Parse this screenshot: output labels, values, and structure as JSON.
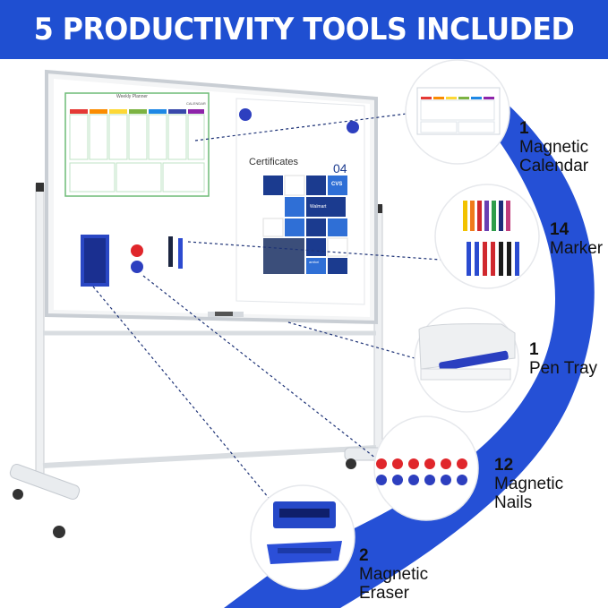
{
  "banner": {
    "title": "5 PRODUCTIVITY TOOLS INCLUDED"
  },
  "colors": {
    "brand_blue": "#1f4fd1",
    "sweep_blue": "#2550d6",
    "frame": "#cfd3d8"
  },
  "board": {
    "planner_title": "Weekly Planner",
    "planner_sub": "CALENDAR",
    "poster_title": "Certificates",
    "poster_number": "04",
    "logos": [
      "CVS",
      "Walmart",
      "amfori"
    ]
  },
  "callouts": {
    "calendar": {
      "count": "1",
      "line1": "Magnetic",
      "line2": "Calendar"
    },
    "marker": {
      "count": "14",
      "line1": "Marker"
    },
    "tray": {
      "count": "1",
      "line1": "Pen Tray"
    },
    "nails": {
      "count": "12",
      "line1": "Magnetic",
      "line2": "Nails"
    },
    "eraser": {
      "count": "2",
      "line1": "Magnetic",
      "line2": "Eraser"
    }
  },
  "icons": [
    "whiteboard-illustration",
    "calendar-thumbnail",
    "markers-thumbnail",
    "pen-tray-thumbnail",
    "magnets-thumbnail",
    "eraser-thumbnail"
  ]
}
